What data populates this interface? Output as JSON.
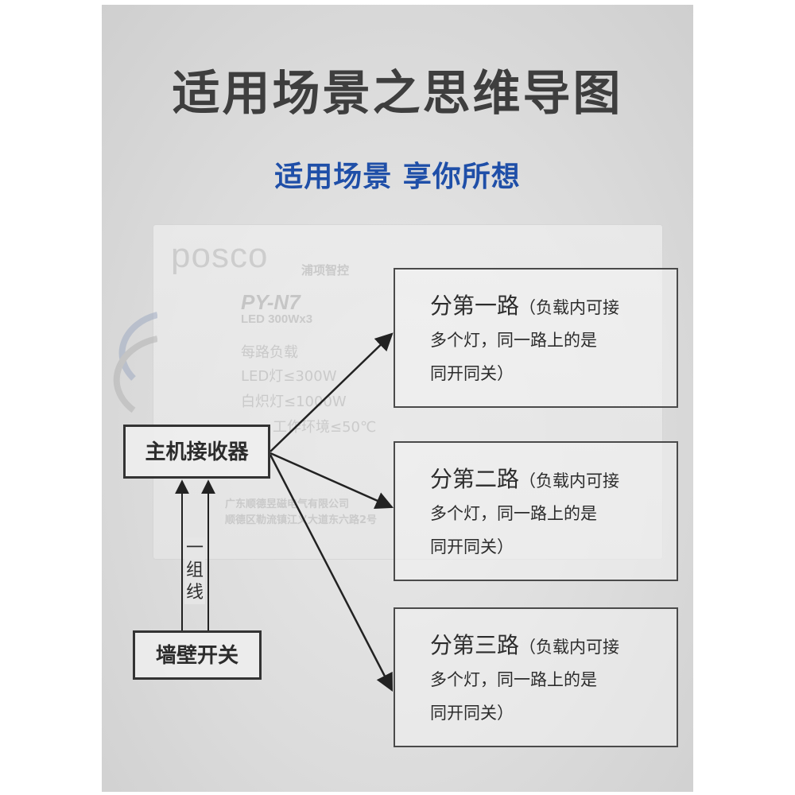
{
  "title": "适用场景之思维导图",
  "subtitle": "适用场景  享你所想",
  "background_text": {
    "logo": "posco",
    "brand_cn": "浦项智控",
    "model": "PY-N7",
    "rating": "LED 300Wx3",
    "line1": "每路负载",
    "line2": "LED灯≤300W",
    "line3": "白炽灯≤1000W",
    "line4": "工作环境≤50℃",
    "company1": "广东顺德昱磁电气有限公司",
    "company2": "顺德区勒流镇江义大道东六路2号"
  },
  "nodes": {
    "main_receiver": "主机接收器",
    "wall_switch": "墙壁开关",
    "wire_label": "一组线"
  },
  "branches": [
    {
      "head": "分第一路",
      "note": "（负载内可接",
      "line2": "多个灯，同一路上的是",
      "line3": "同开同关）"
    },
    {
      "head": "分第二路",
      "note": "（负载内可接",
      "line2": "多个灯，同一路上的是",
      "line3": "同开同关）"
    },
    {
      "head": "分第三路",
      "note": "（负载内可接",
      "line2": "多个灯，同一路上的是",
      "line3": "同开同关）"
    }
  ],
  "colors": {
    "title": "#3e3e3e",
    "subtitle": "#1f4fa8",
    "lines": "#222222"
  }
}
